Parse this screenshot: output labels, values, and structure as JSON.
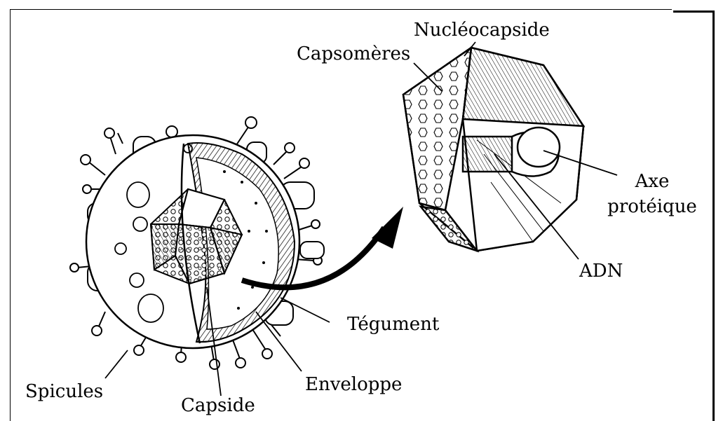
{
  "labels": {
    "nucleocapside": "Nucléocapside",
    "capsomeres": "Capsomères",
    "axe_proteique_line1": "Axe",
    "axe_proteique_line2": "protéique",
    "adn": "ADN",
    "tegument": "Tégument",
    "enveloppe": "Enveloppe",
    "spicules": "Spicules",
    "capside": "Capside"
  },
  "colors": {
    "ink": "#000000",
    "background": "#ffffff",
    "shade": "#d9d9d9"
  }
}
